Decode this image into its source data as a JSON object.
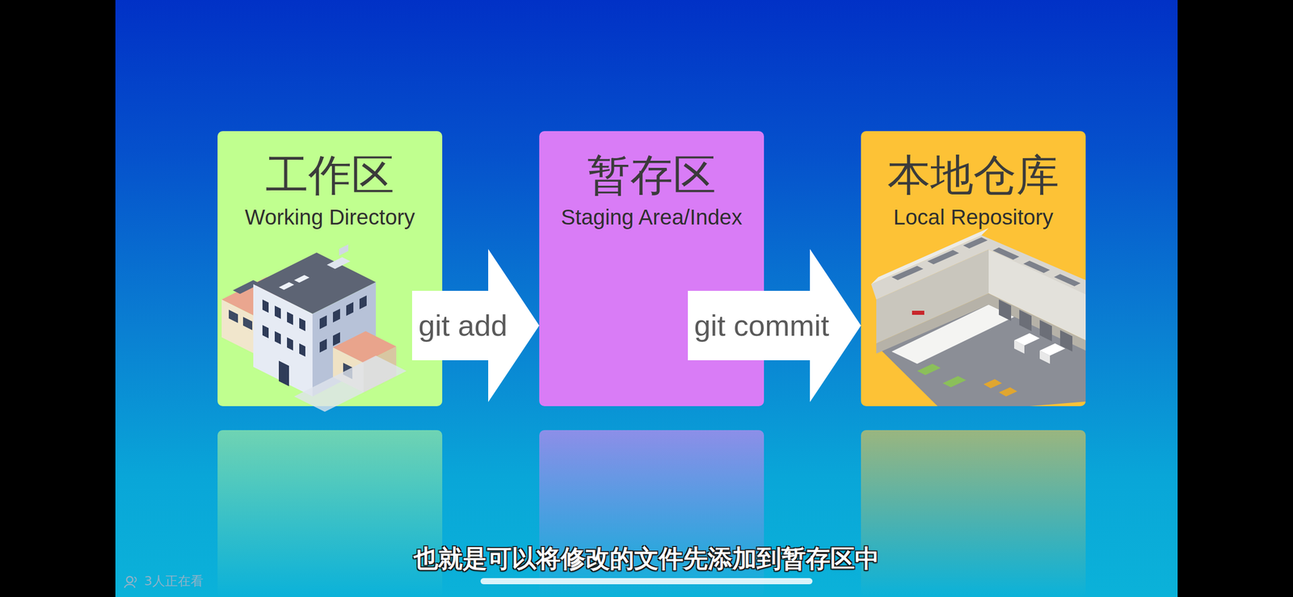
{
  "diagram": {
    "caption": "也就是可以将修改的文件先添加到暂存区中",
    "nodes": [
      {
        "text": [
          "工作区",
          "Working Directory"
        ]
      },
      {
        "text": [
          "暂存区",
          "Staging Area/Index"
        ]
      },
      {
        "text": [
          "本地仓库",
          "Local Repository"
        ]
      }
    ],
    "edges": [
      {
        "from": 0,
        "to": 1,
        "label": "git add",
        "arrow": "to"
      },
      {
        "from": 1,
        "to": 2,
        "label": "git commit",
        "arrow": "to"
      }
    ],
    "labels": [
      "3人正在看"
    ]
  }
}
